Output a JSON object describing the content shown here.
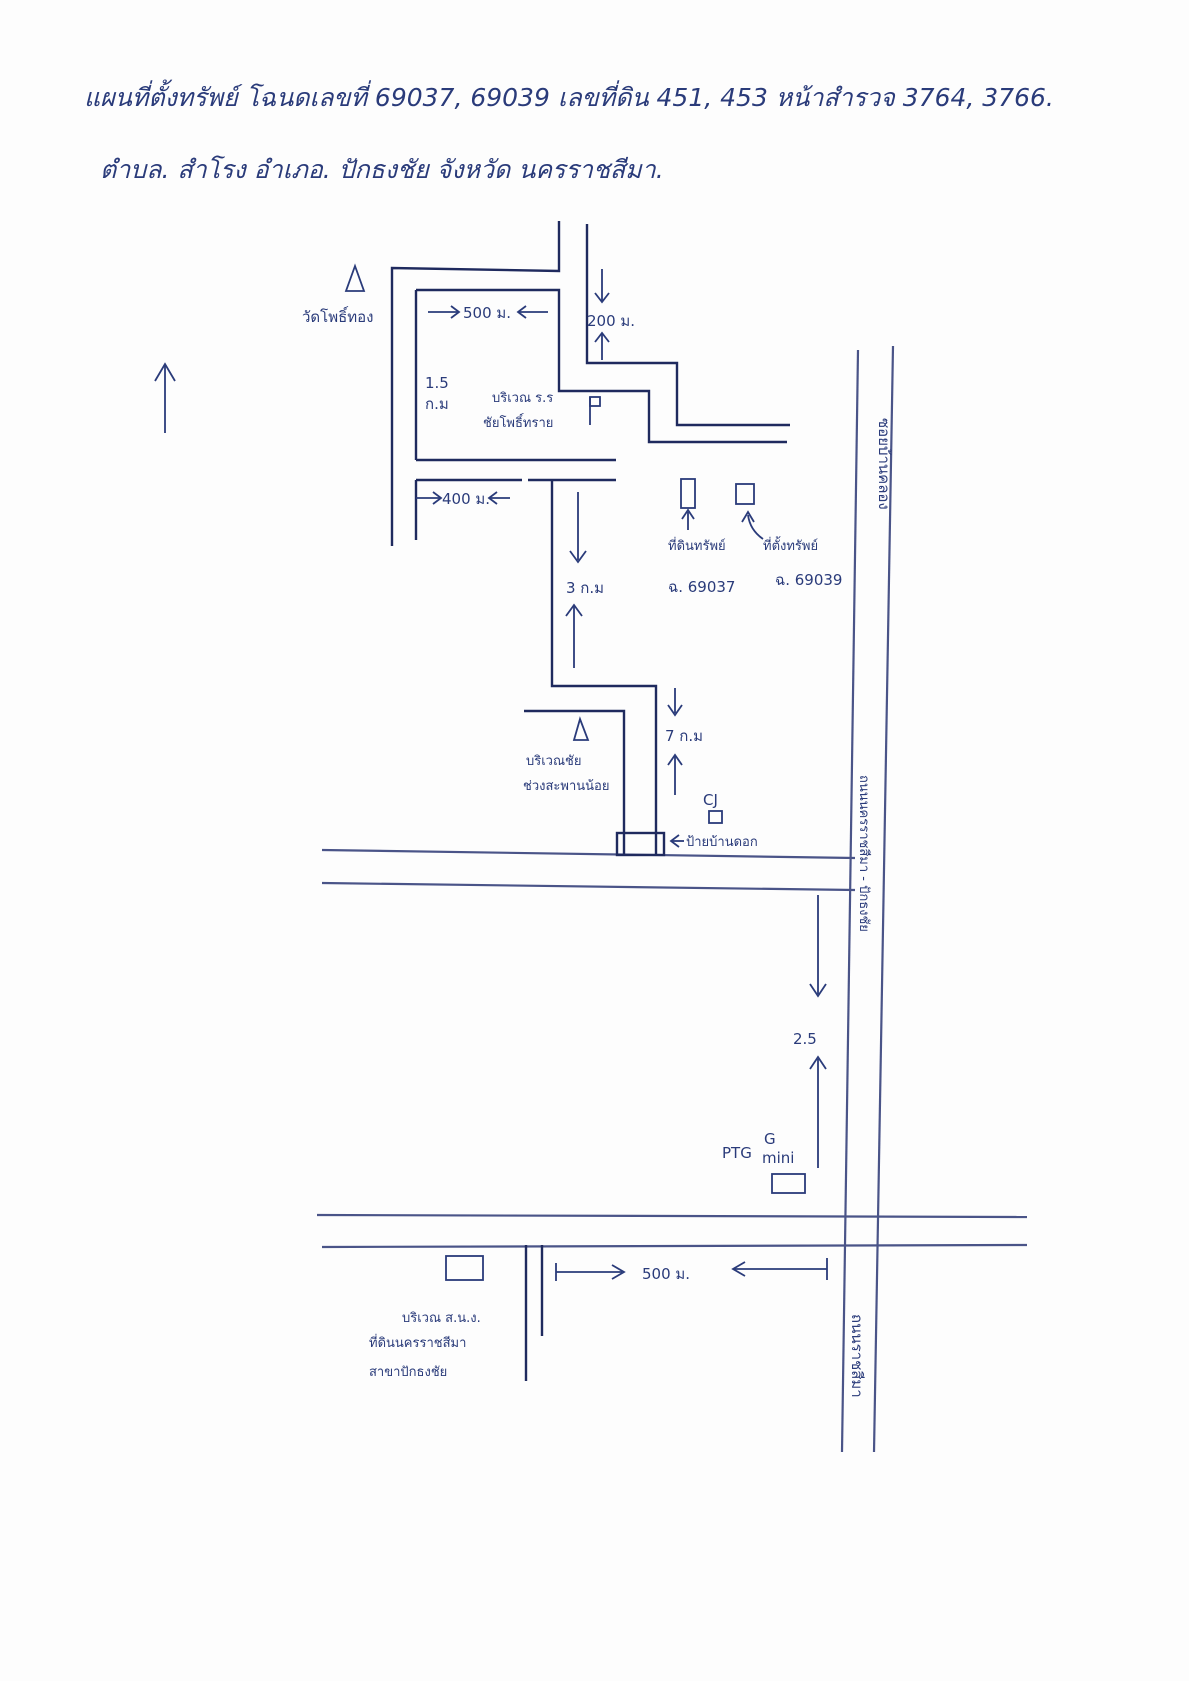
{
  "header": {
    "line1": "แผนที่ตั้งทรัพย์ โฉนดเลขที่ 69037, 69039 เลขที่ดิน 451, 453 หน้าสำรวจ 3764, 3766.",
    "line2": "ตำบล. สำโรง อำเภอ. ปักธงชัย จังหวัด นครราชสีมา."
  },
  "landmarks": {
    "temple": "วัดโพธิ์ทอง",
    "school_line1": "บริเวณ ร.ร",
    "school_line2": "ชัยโพธิ์ทราย",
    "cluster_line1": "บริเวณชัย",
    "cluster_line2": "ช่วงสะพานน้อย",
    "land1_line1": "ที่ดินทรัพย์",
    "land1_line2": "ฉ. 69037",
    "land2_line1": "ที่ตั้งทรัพย์",
    "land2_line2": "ฉ. 69039",
    "cj": "CJ",
    "bus_stop": "ป้ายบ้านดอก",
    "ptt_prefix": "PTG",
    "ptt_g": "G",
    "ptt_mini": "mini",
    "bank_line1": "บริเวณ ส.น.ง.",
    "bank_line2": "ที่ดินนครราชสีมา",
    "bank_line3": "สาขาปักธงชัย"
  },
  "roads": {
    "right_road": "ซอยบ้านคลอง",
    "main_road": "ถนนนครราชสีมา - ปักธงชัย",
    "bottom_road": "ถนนราชสีมา"
  },
  "distances": {
    "d500_top": "500 ม.",
    "d200": "200 ม.",
    "d15_value": "1.5",
    "d15_unit": "ก.ม",
    "d400": "400 ม.",
    "d3km": "3 ก.ม",
    "d7km": "7 ก.ม",
    "d25": "2.5",
    "d500_bottom": "500 ม."
  }
}
